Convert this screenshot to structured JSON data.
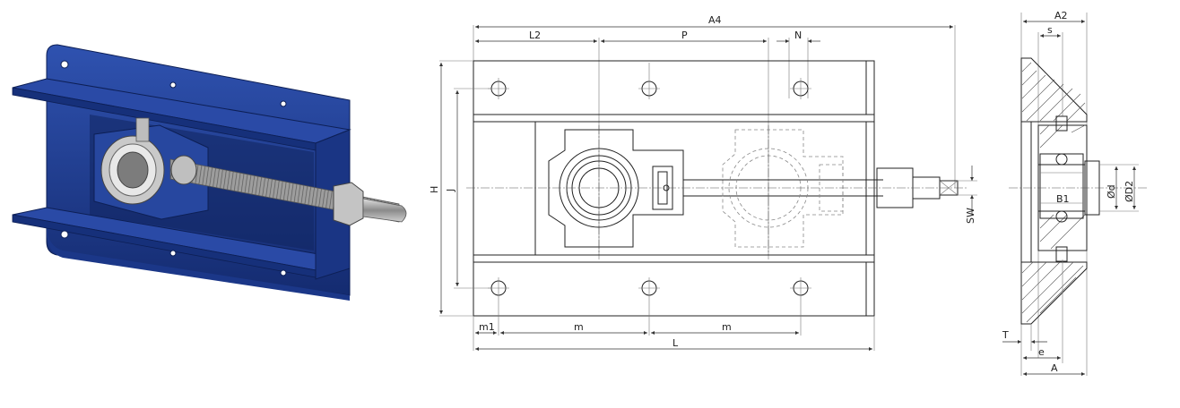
{
  "colors": {
    "housing_blue": "#1d3a8a",
    "housing_blue_dark": "#13286a",
    "housing_blue_light": "#3558b8",
    "steel": "#a9a9a9",
    "line": "#222222"
  },
  "front_view": {
    "labels": {
      "A4": "A4",
      "L2": "L2",
      "P": "P",
      "N": "N",
      "H": "H",
      "J": "J",
      "SW": "SW",
      "m1": "m1",
      "m_left": "m",
      "m_right": "m",
      "L": "L"
    }
  },
  "side_view": {
    "labels": {
      "A2": "A2",
      "s": "s",
      "d": "Ød",
      "D2": "ØD2",
      "B1": "B1",
      "T": "T",
      "e": "e",
      "A": "A"
    }
  }
}
